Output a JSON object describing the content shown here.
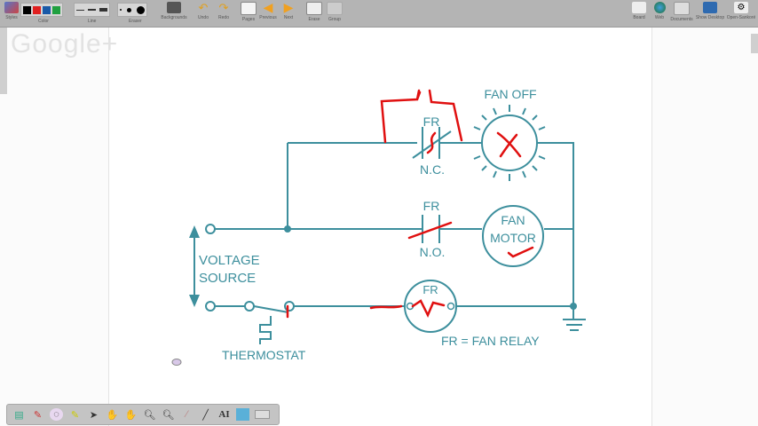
{
  "toolbar": {
    "styles_label": "Styles",
    "color_label": "Color",
    "line_label": "Line",
    "eraser_label": "Eraser",
    "backgrounds_label": "Backgrounds",
    "undo_label": "Undo",
    "redo_label": "Redo",
    "pages_label": "Pages",
    "previous_label": "Previous",
    "next_label": "Next",
    "erase_label": "Erase",
    "group_label": "Group",
    "board_label": "Board",
    "web_label": "Web",
    "documents_label": "Documents",
    "show_desktop_label": "Show Desktop",
    "open_sankore_label": "Open-Sankoré",
    "colors": [
      "#000000",
      "#e02020",
      "#1a5aa8",
      "#20a040"
    ]
  },
  "watermark": "Google+",
  "diagram": {
    "fan_off": "FAN OFF",
    "fr_nc_top": "FR",
    "nc": "N.C.",
    "fr_no_top": "FR",
    "no": "N.O.",
    "fan": "FAN",
    "motor": "MOTOR",
    "voltage": "VOLTAGE",
    "source": "SOURCE",
    "relay_coil": "FR",
    "thermostat": "THERMOSTAT",
    "legend": "FR = FAN RELAY",
    "line_color": "#3d8f9d",
    "ink_color": "#e01010"
  }
}
